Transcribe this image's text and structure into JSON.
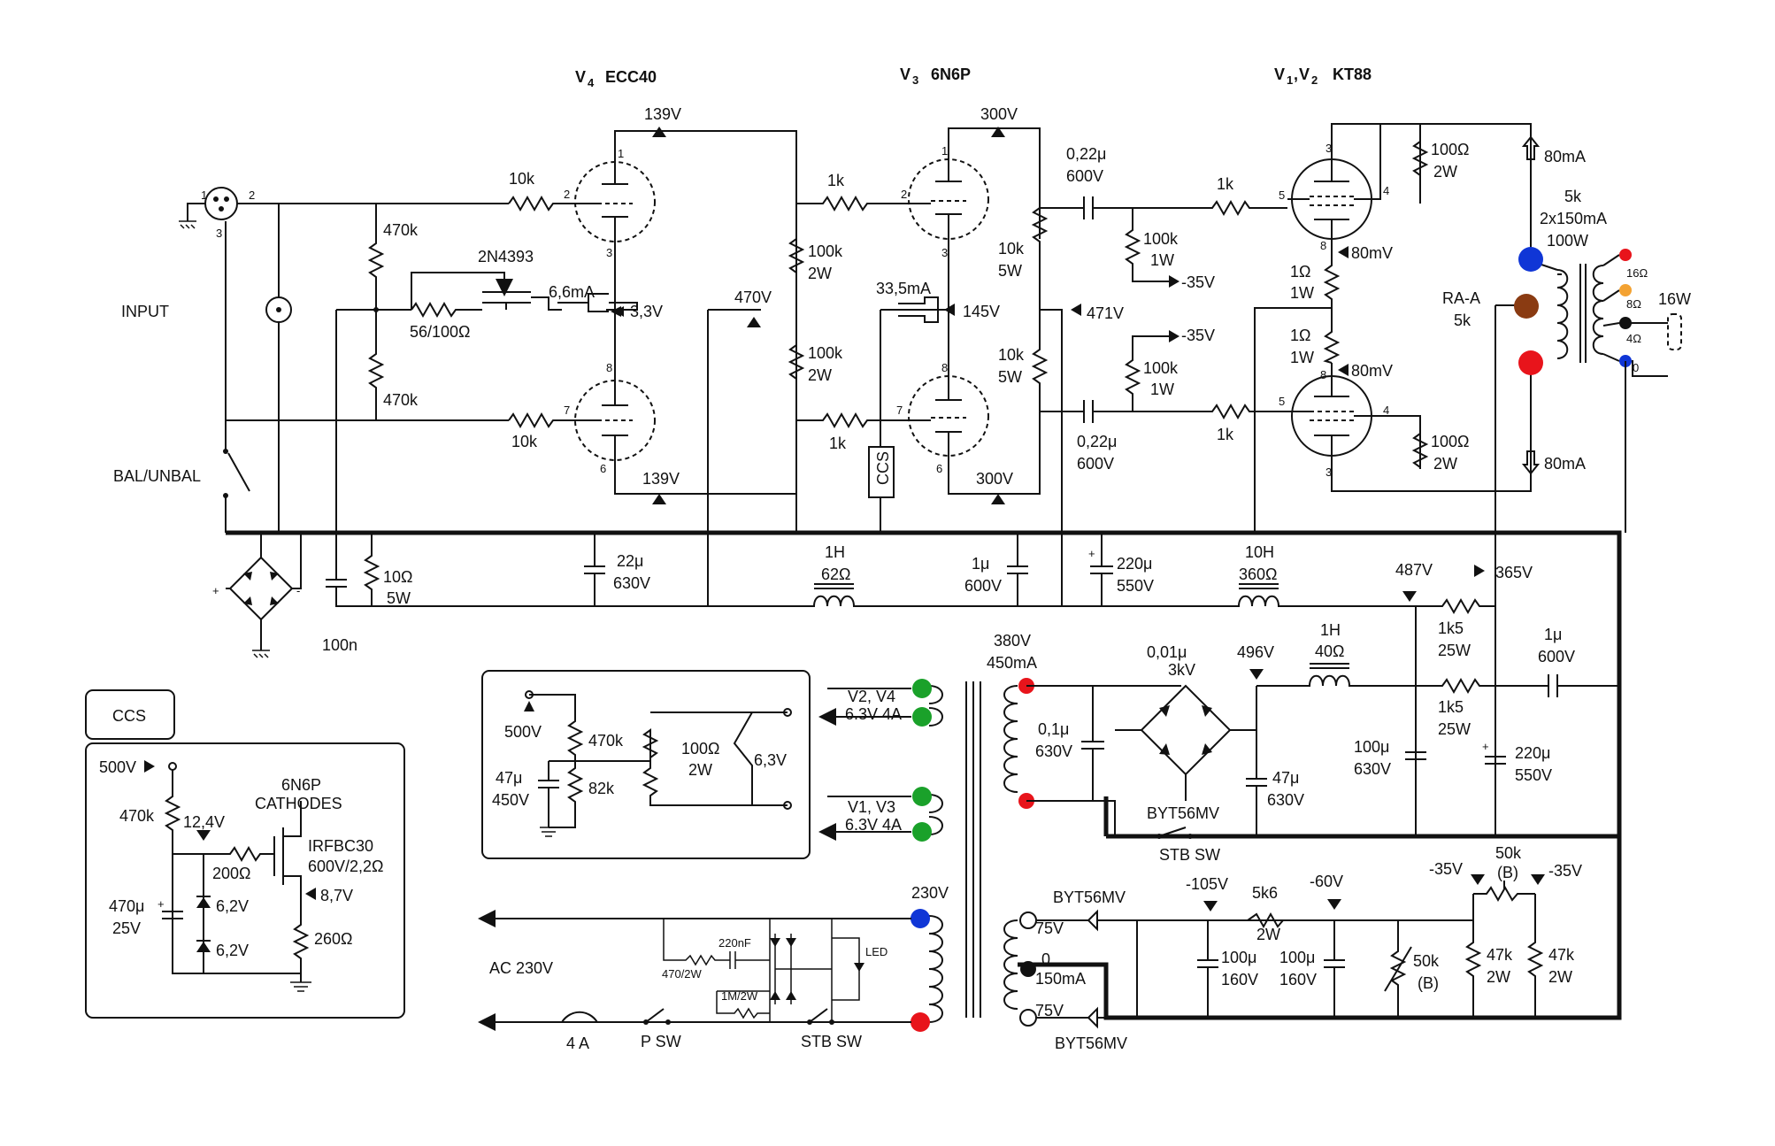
{
  "tubes": {
    "v4": {
      "ref": "V",
      "sub": "4",
      "type": "ECC40"
    },
    "v3": {
      "ref": "V",
      "sub": "3",
      "type": "6N6P"
    },
    "v12": {
      "ref": "V",
      "sub1": "1",
      "ref2": "V",
      "sub2": "2",
      "type": "KT88"
    }
  },
  "input": {
    "input_label": "INPUT",
    "bal_label": "BAL/UNBAL",
    "xlr_pins": [
      "1",
      "2",
      "3"
    ],
    "r_top": "470k",
    "r_bot": "470k",
    "grid_r_top": "10k",
    "grid_r_bot": "10k",
    "ccs_jfet": "2N4393",
    "ccs_r": "56/100Ω",
    "ccs_current": "6,6mA",
    "ccs_voltage": "3,3V"
  },
  "stage1": {
    "plate_top_v": "139V",
    "plate_bot_v": "139V",
    "load_top": "100k",
    "load_top_w": "2W",
    "load_bot": "100k",
    "load_bot_w": "2W",
    "b_plus": "470V",
    "grid_r_top": "1k",
    "grid_r_bot": "1k",
    "pins_top": [
      "1",
      "2",
      "3"
    ],
    "pins_bot": [
      "8",
      "7",
      "6"
    ]
  },
  "stage2": {
    "plate_top_v": "300V",
    "plate_bot_v": "300V",
    "ccs_label": "CCS",
    "ccs_current": "33,5mA",
    "cathode_v": "145V",
    "load_top": "10k",
    "load_top_w": "5W",
    "load_bot": "10k",
    "load_bot_w": "5W",
    "b_plus": "471V",
    "pins_top": [
      "1",
      "2",
      "3"
    ],
    "pins_bot": [
      "8",
      "7",
      "6"
    ]
  },
  "coupling": {
    "cap_top": "0,22μ",
    "cap_top_v": "600V",
    "cap_bot": "0,22μ",
    "cap_bot_v": "600V",
    "bias_top": "100k",
    "bias_top_w": "1W",
    "bias_bot": "100k",
    "bias_bot_w": "1W",
    "bias_v_top1": "-35V",
    "bias_v_top2": "-35V",
    "grid_stop_top": "1k",
    "grid_stop_bot": "1k"
  },
  "output": {
    "screen_top": "100Ω",
    "screen_top_w": "2W",
    "screen_bot": "100Ω",
    "screen_bot_w": "2W",
    "i_top": "80mA",
    "i_bot": "80mA",
    "cath_top": "1Ω",
    "cath_top_w": "1W",
    "cath_bot": "1Ω",
    "cath_bot_w": "1W",
    "mv_top": "80mV",
    "mv_bot": "80mV",
    "pins_top": [
      "3",
      "4",
      "5",
      "8"
    ],
    "pins_bot": [
      "8",
      "5",
      "4",
      "3"
    ],
    "xfmr_z": "5k",
    "xfmr_i": "2x150mA",
    "xfmr_p": "100W",
    "ra_label": "RA-A",
    "ra_z": "5k",
    "taps": [
      "16Ω",
      "8Ω",
      "4Ω",
      "0"
    ],
    "spk": "16W"
  },
  "psu": {
    "bridge_cap": "100n",
    "r_bleed": "10Ω",
    "r_bleed_w": "5W",
    "c1": "22μ",
    "c1_v": "630V",
    "l1": "1H",
    "l1_r": "62Ω",
    "c2": "1μ",
    "c2_v": "600V",
    "c3": "220μ",
    "c3_v": "550V",
    "l2": "10H",
    "l2_r": "360Ω",
    "v_487": "487V",
    "v_365": "365V",
    "r_1k5a": "1k5",
    "r_1k5a_w": "25W",
    "r_1k5b": "1k5",
    "r_1k5b_w": "25W",
    "c4": "1μ",
    "c4_v": "600V",
    "sec_hv": "380V",
    "sec_hv_i": "450mA",
    "snub": "0,01μ",
    "snub_v": "3kV",
    "v_496": "496V",
    "l3": "1H",
    "l3_r": "40Ω",
    "cx": "0,1μ",
    "cx_v": "630V",
    "c5": "47μ",
    "c5_v": "630V",
    "c6": "100μ",
    "c6_v": "630V",
    "c7": "220μ",
    "c7_v": "550V",
    "diode": "BYT56MV",
    "stb": "STB SW",
    "fil1": "V2, V4",
    "fil1_v": "6.3V 4A",
    "fil2": "V1, V3",
    "fil2_v": "6.3V 4A",
    "prim": "230V",
    "ac": "AC 230V",
    "fuse": "4 A",
    "psw": "P SW",
    "stb2": "STB SW",
    "snub_c": "220nF",
    "snub_r": "470/2W",
    "r_1m": "1M/2W",
    "led": "LED",
    "bias_sec1": "75V",
    "bias_sec2": "75V",
    "ct": "0",
    "bias_i": "150mA",
    "diode2": "BYT56MV",
    "diode3": "BYT56MV",
    "v_m105": "-105V",
    "r_5k6": "5k6",
    "r_5k6_w": "2W",
    "v_m60": "-60V",
    "cb1": "100μ",
    "cb1_v": "160V",
    "cb2": "100μ",
    "cb2_v": "160V",
    "pot1": "50k",
    "pot1_t": "(B)",
    "pot2": "50k",
    "pot2_t": "(B)",
    "bias_l": "-35V",
    "bias_r": "-35V",
    "r47a": "47k",
    "r47a_w": "2W",
    "r47b": "47k",
    "r47b_w": "2W"
  },
  "heater_box": {
    "v": "500V",
    "r1": "470k",
    "r2": "82k",
    "c": "47μ",
    "c_v": "450V",
    "pot": "100Ω",
    "pot_w": "2W",
    "vout": "6,3V"
  },
  "ccs_box": {
    "tab": "CCS",
    "vin": "500V",
    "tube": "6N6P",
    "tube2": "CATHODES",
    "r1": "470k",
    "vg": "12,4V",
    "rg": "200Ω",
    "fet": "IRFBC30",
    "fet2": "600V/2,2Ω",
    "vs": "8,7V",
    "c": "470μ",
    "c_v": "25V",
    "z1": "6,2V",
    "z2": "6,2V",
    "rs": "260Ω"
  },
  "colors": {
    "red": "#e8141b",
    "blue": "#1036d6",
    "green": "#1aa12a",
    "brown": "#8a3b12",
    "orange": "#f3a232",
    "black": "#111111"
  }
}
